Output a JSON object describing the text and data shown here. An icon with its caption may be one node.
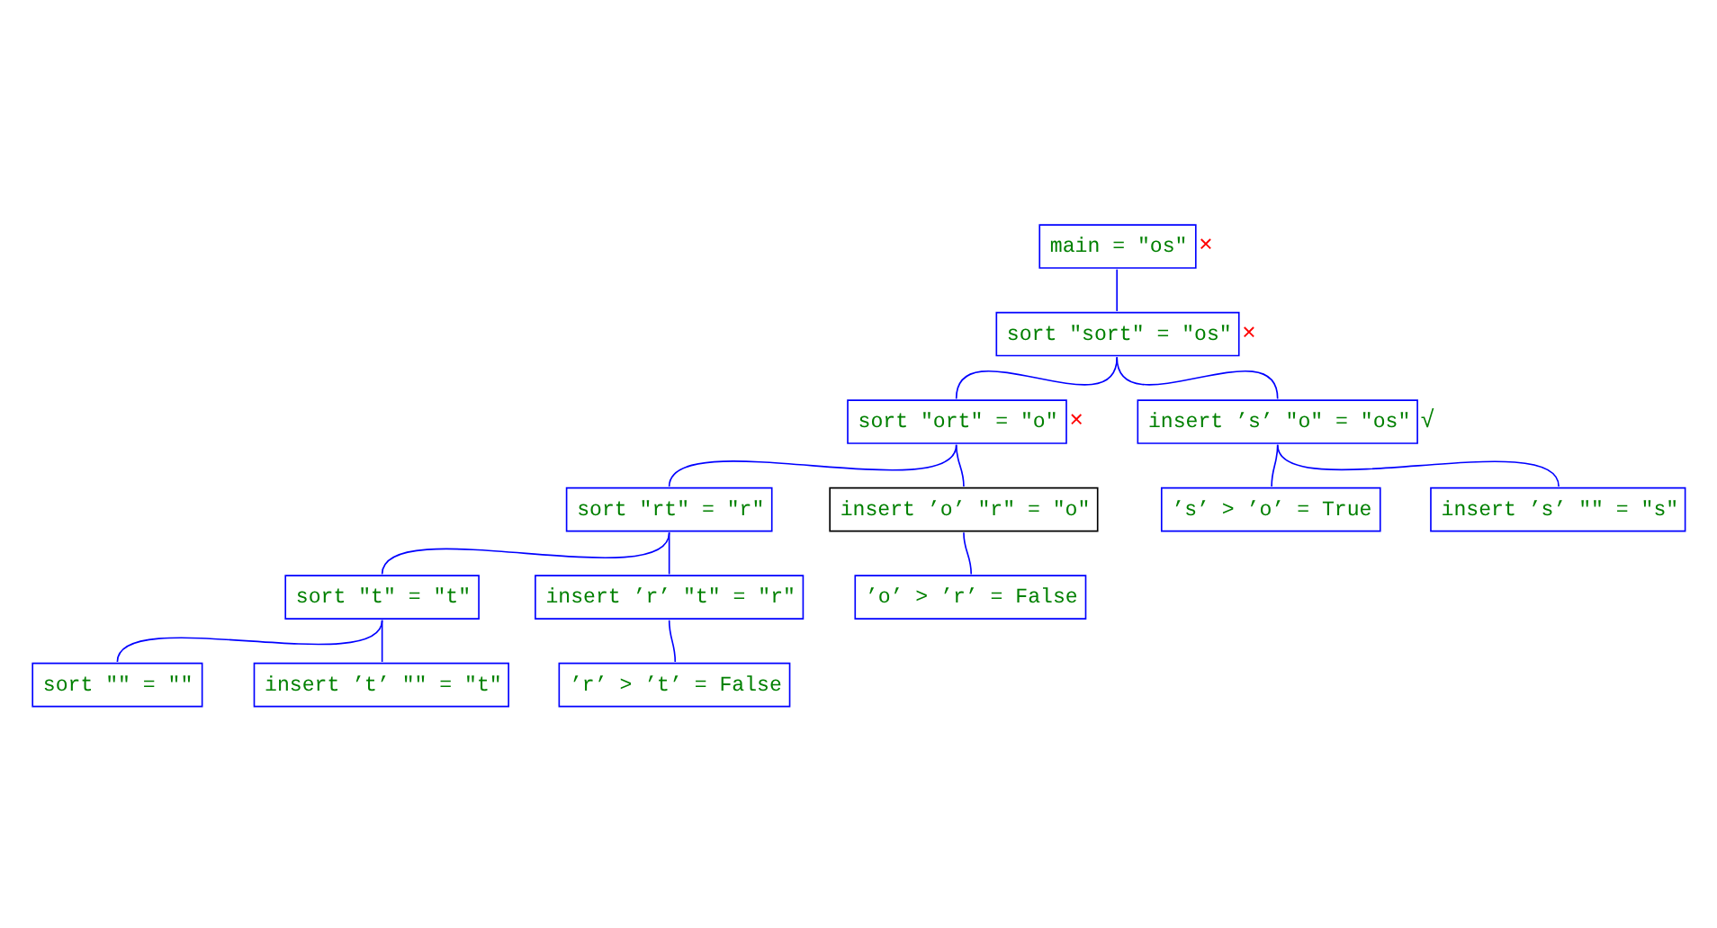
{
  "diagram": {
    "nodes": [
      {
        "text": [
          "main = \"os\""
        ],
        "beside": [
          "×"
        ]
      },
      {
        "text": [
          "sort \"sort\" = \"os\""
        ],
        "beside": [
          "×"
        ]
      },
      {
        "text": [
          "sort \"ort\" = \"o\""
        ],
        "beside": [
          "×"
        ]
      },
      {
        "text": [
          "insert ’s’ \"o\" = \"os\""
        ],
        "beside": [
          "√"
        ]
      },
      {
        "text": [
          "’s’ > ’o’ = True"
        ]
      },
      {
        "text": [
          "insert ’s’ \"\" = \"s\""
        ]
      },
      {
        "text": [
          "sort \"rt\" = \"r\""
        ]
      },
      {
        "text": [
          "insert ’o’ \"r\" = \"o\""
        ]
      },
      {
        "text": [
          "sort \"t\" = \"t\""
        ]
      },
      {
        "text": [
          "insert ’r’ \"t\" = \"r\""
        ]
      },
      {
        "text": [
          "’o’ > ’r’ = False"
        ]
      },
      {
        "text": [
          "sort \"\" = \"\""
        ]
      },
      {
        "text": [
          "insert ’t’ \"\" = \"t\""
        ]
      },
      {
        "text": [
          "’r’ > ’t’ = False"
        ]
      }
    ],
    "edges": [
      {
        "from": 0,
        "to": 1,
        "arrow": "none"
      },
      {
        "from": 1,
        "to": 2,
        "arrow": "none"
      },
      {
        "from": 1,
        "to": 3,
        "arrow": "none"
      },
      {
        "from": 3,
        "to": 4,
        "arrow": "none"
      },
      {
        "from": 3,
        "to": 5,
        "arrow": "none"
      },
      {
        "from": 2,
        "to": 6,
        "arrow": "none"
      },
      {
        "from": 2,
        "to": 7,
        "arrow": "none"
      },
      {
        "from": 7,
        "to": 10,
        "arrow": "none"
      },
      {
        "from": 6,
        "to": 8,
        "arrow": "none"
      },
      {
        "from": 6,
        "to": 9,
        "arrow": "none"
      },
      {
        "from": 9,
        "to": 13,
        "arrow": "none"
      },
      {
        "from": 8,
        "to": 11,
        "arrow": "none"
      },
      {
        "from": 8,
        "to": 12,
        "arrow": "none"
      }
    ]
  }
}
